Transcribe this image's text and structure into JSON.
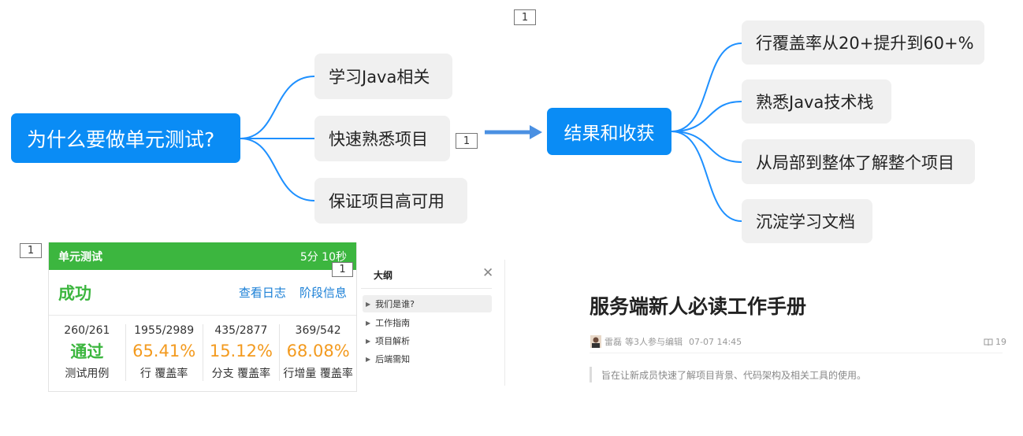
{
  "mindmap_left": {
    "root": "为什么要做单元测试?",
    "children": [
      "学习Java相关",
      "快速熟悉项目",
      "保证项目高可用"
    ]
  },
  "mindmap_right": {
    "root": "结果和收获",
    "children": [
      "行覆盖率从20+提升到60+%",
      "熟悉Java技术栈",
      "从局部到整体了解整个项目",
      "沉淀学习文档"
    ]
  },
  "markers": {
    "m1": "1",
    "m2": "1",
    "m3": "1",
    "m4": "1"
  },
  "colors": {
    "node_blue": "#0a8cf5",
    "arrow_blue": "#4a90e2",
    "pass_green": "#3cb63f",
    "metric_orange": "#f39a1e"
  },
  "unit_test": {
    "header_title": "单元测试",
    "duration": "5分 10秒",
    "status": "成功",
    "view_log": "查看日志",
    "stage_info": "阶段信息",
    "metrics": [
      {
        "fraction": "260/261",
        "value": "通过",
        "caption": "测试用例"
      },
      {
        "fraction": "1955/2989",
        "value": "65.41%",
        "caption": "行 覆盖率"
      },
      {
        "fraction": "435/2877",
        "value": "15.12%",
        "caption": "分支 覆盖率"
      },
      {
        "fraction": "369/542",
        "value": "68.08%",
        "caption": "行增量 覆盖率"
      }
    ]
  },
  "outline": {
    "title": "大纲",
    "close_icon": "close-icon",
    "items": [
      "我们是谁?",
      "工作指南",
      "项目解析",
      "后端需知"
    ]
  },
  "doc": {
    "title": "服务端新人必读工作手册",
    "author": "雷磊",
    "editors": "等3人参与编辑",
    "date": "07-07 14:45",
    "likes": "19",
    "summary": "旨在让新成员快速了解项目背景、代码架构及相关工具的使用。"
  }
}
